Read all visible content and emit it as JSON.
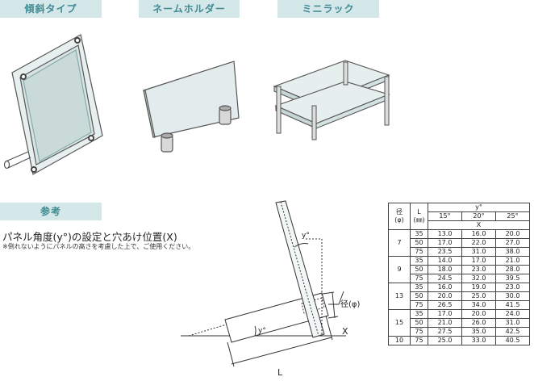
{
  "tabs": {
    "tilt": "傾斜タイプ",
    "name_holder": "ネームホルダー",
    "mini_rack": "ミニラック",
    "reference": "参考"
  },
  "reference": {
    "title": "パネル角度(y°)の設定と穴あけ位置(X)",
    "note": "※倒れないようにパネルの高さを考慮した上で、ご使用ください。"
  },
  "diagram": {
    "label_y_top": "y°",
    "label_y_bottom": "y°",
    "label_diameter": "径(φ)",
    "label_x": "X",
    "label_l": "L"
  },
  "table": {
    "head_diameter": "径",
    "head_diameter_unit": "(φ)",
    "head_l": "L",
    "head_l_unit": "(㎜)",
    "head_y": "y°",
    "head_x": "X",
    "angles": [
      "15°",
      "20°",
      "25°"
    ],
    "groups": [
      {
        "d": "7",
        "rows": [
          [
            "35",
            "13.0",
            "16.0",
            "20.0"
          ],
          [
            "50",
            "17.0",
            "22.0",
            "27.0"
          ],
          [
            "75",
            "23.5",
            "31.0",
            "38.0"
          ]
        ]
      },
      {
        "d": "9",
        "rows": [
          [
            "35",
            "14.0",
            "17.0",
            "21.0"
          ],
          [
            "50",
            "18.0",
            "23.0",
            "28.0"
          ],
          [
            "75",
            "24.5",
            "32.0",
            "39.5"
          ]
        ]
      },
      {
        "d": "13",
        "rows": [
          [
            "35",
            "16.0",
            "19.0",
            "23.0"
          ],
          [
            "50",
            "20.0",
            "25.0",
            "30.0"
          ],
          [
            "75",
            "26.5",
            "34.0",
            "41.5"
          ]
        ]
      },
      {
        "d": "15",
        "rows": [
          [
            "35",
            "17.0",
            "20.0",
            "24.0"
          ],
          [
            "50",
            "21.0",
            "26.0",
            "31.0"
          ],
          [
            "75",
            "27.5",
            "35.0",
            "42.5"
          ]
        ]
      },
      {
        "d": "10",
        "rows": [
          [
            "75",
            "25.0",
            "33.0",
            "40.5"
          ]
        ]
      }
    ]
  }
}
